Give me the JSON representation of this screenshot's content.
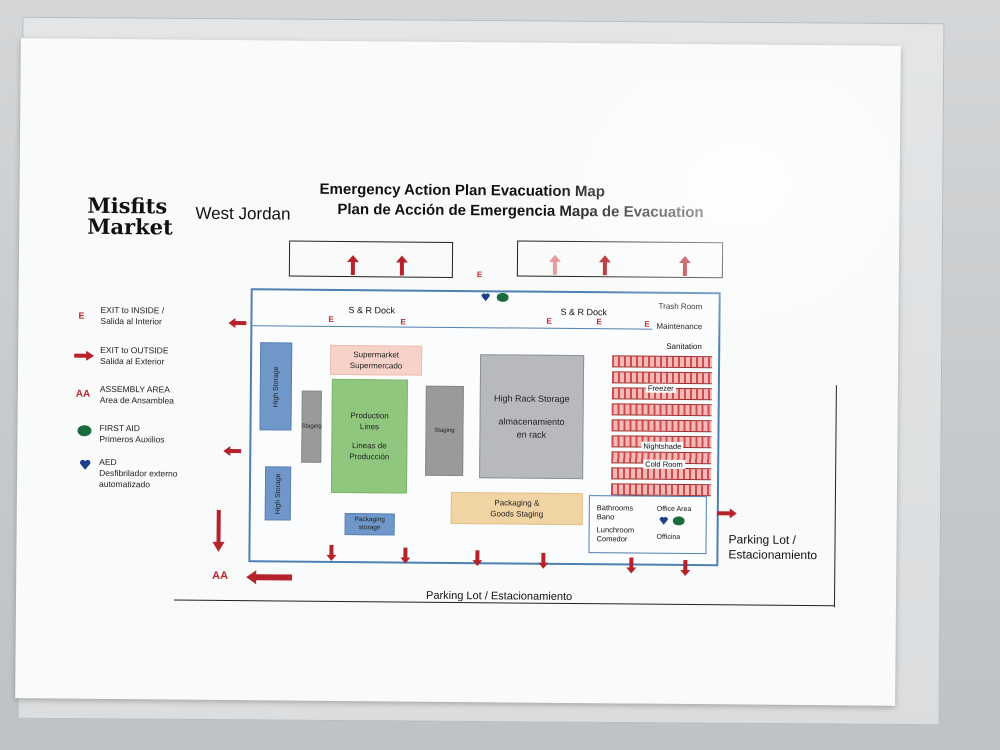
{
  "brand": {
    "line1": "Misfits",
    "line2": "Market"
  },
  "location": "West Jordan",
  "title_en": "Emergency Action Plan Evacuation Map",
  "title_es": "Plan de Acción de Emergencia Mapa de Evacuation",
  "legend": [
    {
      "symbol": "E",
      "label1": "EXIT to INSIDE /",
      "label2": "Salida al Interior"
    },
    {
      "symbol": "arrow",
      "label1": "EXIT to OUTSIDE",
      "label2": "Salida al Exterior"
    },
    {
      "symbol": "AA",
      "label1": "ASSEMBLY AREA",
      "label2": "Area de Ansamblea"
    },
    {
      "symbol": "first-aid",
      "label1": "FIRST AID",
      "label2": "Primeros Auxilios"
    },
    {
      "symbol": "aed",
      "label1": "AED",
      "label2": "Desfibrilador externo",
      "label3": "automatizado"
    }
  ],
  "rooms": {
    "dock_left": "S & R Dock",
    "dock_right": "S & R Dock",
    "trash": "Trash Room",
    "maintenance": "Maintenance",
    "sanitation": "Sanitation",
    "supermarket_en": "Supermarket",
    "supermarket_es": "Supermercado",
    "high_storage_1": "High Storage",
    "high_storage_2": "High Storage",
    "staging_1": "Staging",
    "staging_2": "Staging",
    "production_en1": "Production",
    "production_en2": "Lines",
    "production_es1": "Lineas de",
    "production_es2": "Producción",
    "high_rack_en": "High Rack Storage",
    "high_rack_es1": "almacenamiento",
    "high_rack_es2": "en rack",
    "freezer": "Freezer",
    "nightshade": "Nightshade",
    "cold_room": "Cold Room",
    "packaging_storage1": "Packaging",
    "packaging_storage2": "storage",
    "packaging_staging1": "Packaging &",
    "packaging_staging2": "Goods Staging",
    "bathrooms": "Bathrooms",
    "bano": "Bano",
    "lunchroom": "Lunchroom",
    "comedor": "Comedor",
    "office_area": "Office Area",
    "officina": "Officina"
  },
  "exit_marker": "E",
  "assembly_marker": "AA",
  "parking_right_1": "Parking Lot /",
  "parking_right_2": "Estacionamiento",
  "parking_bottom": "Parking Lot / Estacionamiento",
  "colors": {
    "exit_red": "#b5222a",
    "wall_blue": "#4f7fb3",
    "supermarket": "#f6d2c8",
    "storage_blue": "#6f97c9",
    "staging_gray": "#9a9a9a",
    "production_green": "#8fc77e",
    "high_rack_gray": "#b7b9bc",
    "packaging_tan": "#f1d4a4",
    "first_aid_green": "#1c6b3c",
    "aed_blue": "#1f3f8c"
  }
}
